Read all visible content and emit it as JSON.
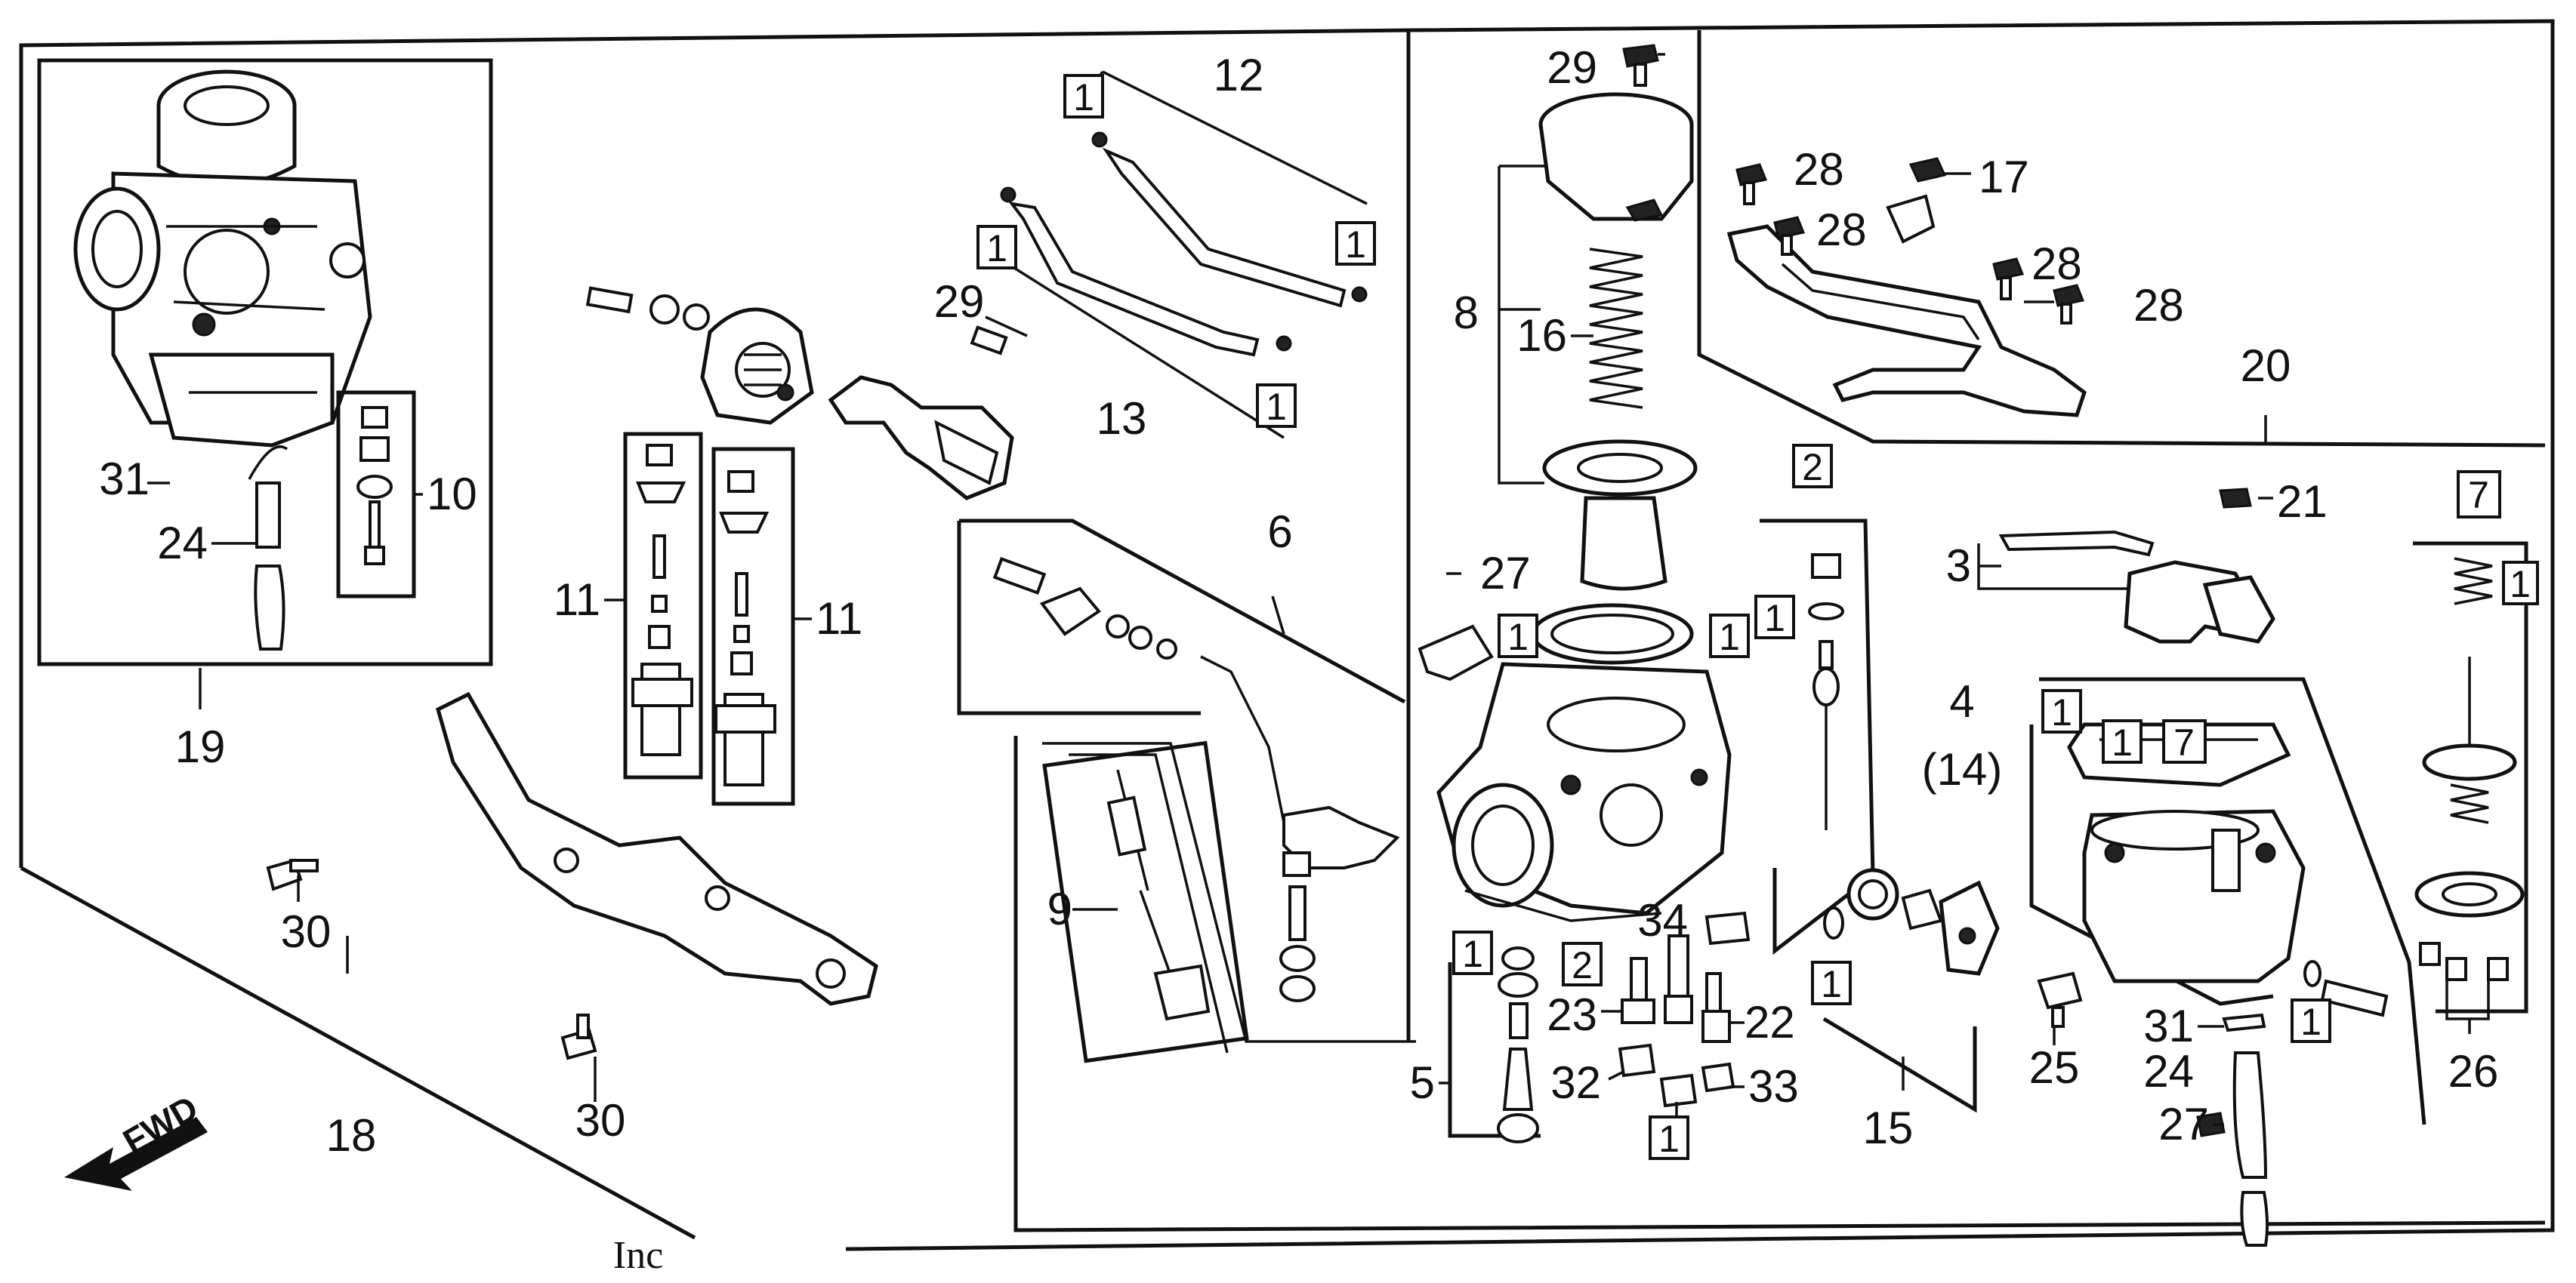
{
  "callouts": {
    "c1": "1",
    "c2": "2",
    "c3": "3",
    "c4": "4",
    "c4b": "(14)",
    "c5": "5",
    "c6": "6",
    "c7": "7",
    "c8": "8",
    "c9": "9",
    "c10": "10",
    "c11": "11",
    "c12": "12",
    "c13": "13",
    "c15": "15",
    "c16": "16",
    "c17": "17",
    "c18": "18",
    "c19": "19",
    "c20": "20",
    "c21": "21",
    "c22": "22",
    "c23": "23",
    "c24": "24",
    "c25": "25",
    "c26": "26",
    "c27": "27",
    "c28": "28",
    "c29": "29",
    "c30": "30",
    "c31": "31",
    "c32": "32",
    "c33": "33",
    "c34": "34"
  },
  "boxes": {
    "b1": "1",
    "b2": "2",
    "b7": "7"
  },
  "fwd_label": "FWD",
  "footer_text": "Inc"
}
